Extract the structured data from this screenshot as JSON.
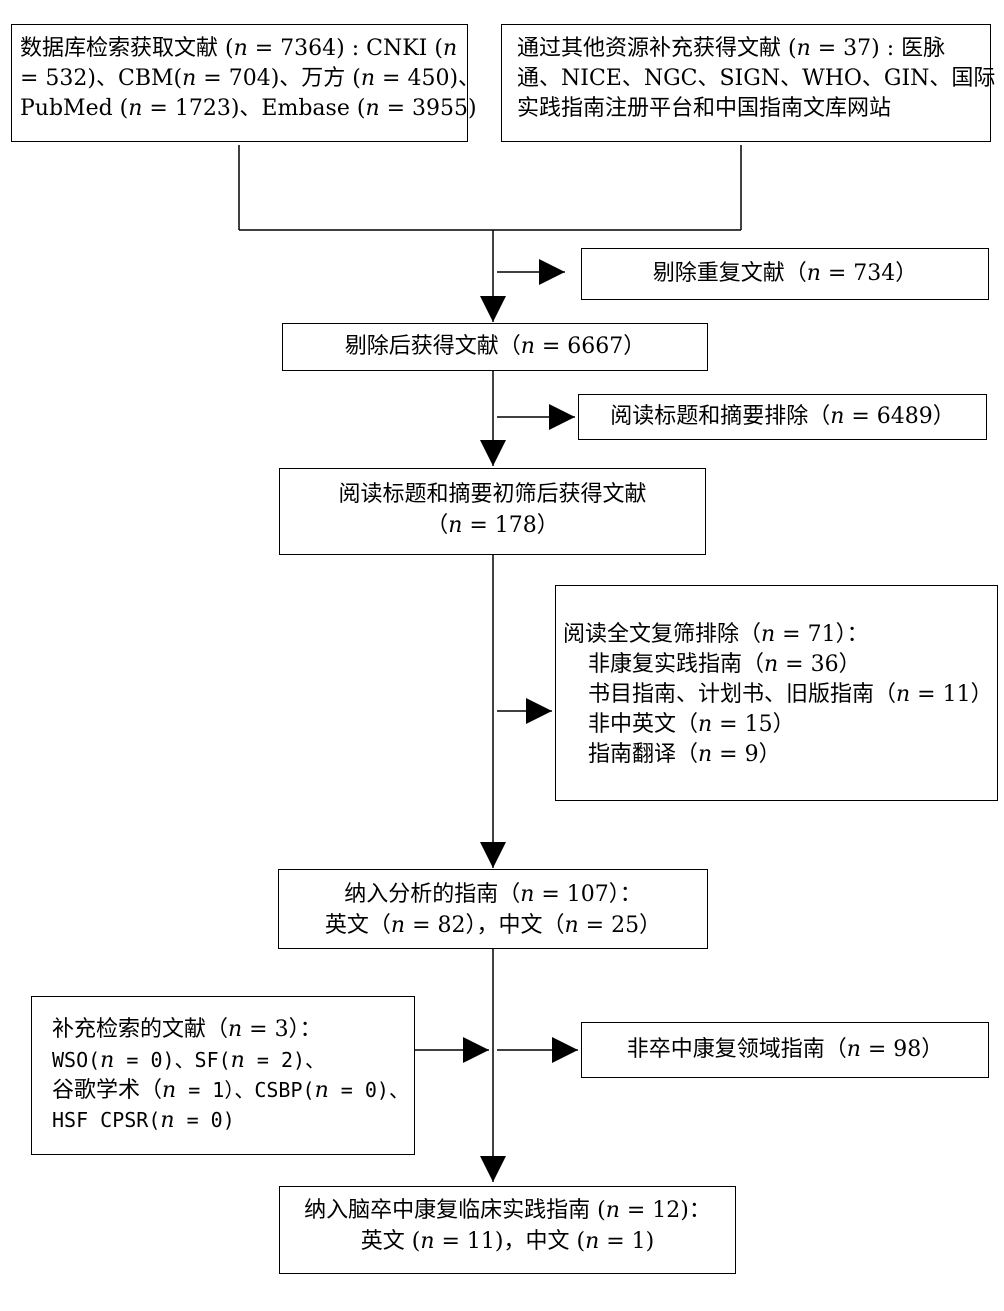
{
  "box_db": {
    "line1_pre": "数据库检索获取文献 (",
    "line1_n": "n",
    "line1_post": " = 7364) : CNKI (",
    "line1_n2": "n",
    "line2_pre": "= 532)、CBM(",
    "line2_n": "n",
    "line2_mid": " = 704)、万方 (",
    "line2_n2": "n",
    "line2_post": " = 450)、",
    "line3_pre": "PubMed (",
    "line3_n": "n",
    "line3_mid": " = 1723)、Embase (",
    "line3_n2": "n",
    "line3_post": " = 3955)"
  },
  "box_other": {
    "line1_pre": "通过其他资源补充获得文献 (",
    "line1_n": "n",
    "line1_post": " = 37) : 医脉",
    "line2": "通、NICE、NGC、SIGN、WHO、GIN、国际",
    "line3": "实践指南注册平台和中国指南文库网站"
  },
  "box_dup": {
    "pre": "剔除重复文献（",
    "n": "n",
    "post": " = 734）"
  },
  "box_after_dup": {
    "pre": "剔除后获得文献（",
    "n": "n",
    "post": " = 6667）"
  },
  "box_title_excl": {
    "pre": "阅读标题和摘要排除（",
    "n": "n",
    "post": " = 6489）"
  },
  "box_screen": {
    "line1": "阅读标题和摘要初筛后获得文献",
    "line2_pre": "（",
    "line2_n": "n",
    "line2_post": " = 178）"
  },
  "box_fulltext_excl": {
    "line1_pre": "阅读全文复筛排除（",
    "line1_n": "n",
    "line1_post": " = 71）：",
    "items": [
      {
        "pre": "非康复实践指南（",
        "n": "n",
        "post": " = 36）"
      },
      {
        "pre": "书目指南、计划书、旧版指南（",
        "n": "n",
        "post": " = 11）"
      },
      {
        "pre": "非中英文（",
        "n": "n",
        "post": " = 15）"
      },
      {
        "pre": "指南翻译（",
        "n": "n",
        "post": " = 9）"
      }
    ]
  },
  "box_included": {
    "line1_pre": "纳入分析的指南（",
    "line1_n": "n",
    "line1_post": " = 107）：",
    "line2_a": "英文（",
    "line2_n": "n",
    "line2_b": " = 82），中文（",
    "line2_n2": "n",
    "line2_c": " = 25）"
  },
  "box_supplement": {
    "line1_pre": "补充检索的文献（",
    "line1_n": "n",
    "line1_post": " = 3）：",
    "line2_a": "WSO(",
    "line2_n": "n",
    "line2_b": " = 0)、SF(",
    "line2_n2": "n",
    "line2_c": " = 2)、",
    "line3_a": "谷歌学术（",
    "line3_n": "n",
    "line3_b": " = 1）、CSBP(",
    "line3_n2": "n",
    "line3_c": " = 0)、",
    "line4_a": "HSF CPSR(",
    "line4_n": "n",
    "line4_b": " = 0)"
  },
  "box_nonstroke": {
    "pre": "非卒中康复领域指南（",
    "n": "n",
    "post": " = 98）"
  },
  "box_final": {
    "line1_pre": "纳入脑卒中康复临床实践指南 (",
    "line1_n": "n",
    "line1_post": " = 12)：",
    "line2_a": "英文 (",
    "line2_n": "n",
    "line2_b": " = 11)，中文 (",
    "line2_n2": "n",
    "line2_c": " = 1)"
  }
}
